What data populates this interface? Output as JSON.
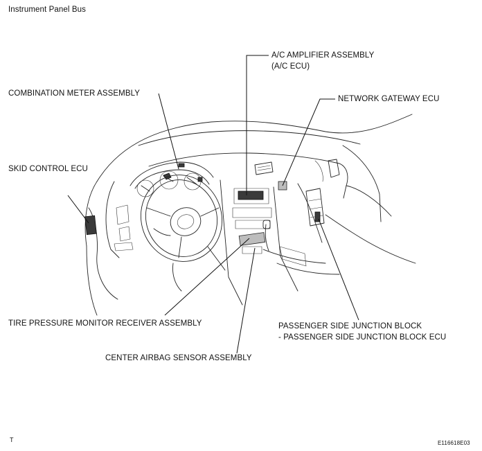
{
  "title": "Instrument Panel Bus",
  "labels": {
    "ac_line1": "A/C AMPLIFIER ASSEMBLY",
    "ac_line2": "(A/C ECU)",
    "combination_meter": "COMBINATION METER ASSEMBLY",
    "network_gateway": "NETWORK GATEWAY ECU",
    "skid_control": "SKID CONTROL ECU",
    "tire_pressure": "TIRE PRESSURE MONITOR RECEIVER ASSEMBLY",
    "junction_line1": "PASSENGER SIDE JUNCTION BLOCK",
    "junction_line2": "- PASSENGER SIDE JUNCTION BLOCK ECU",
    "center_airbag": "CENTER AIRBAG SENSOR ASSEMBLY"
  },
  "footer": {
    "left_mark": "T",
    "figure_code": "E116618E03"
  }
}
